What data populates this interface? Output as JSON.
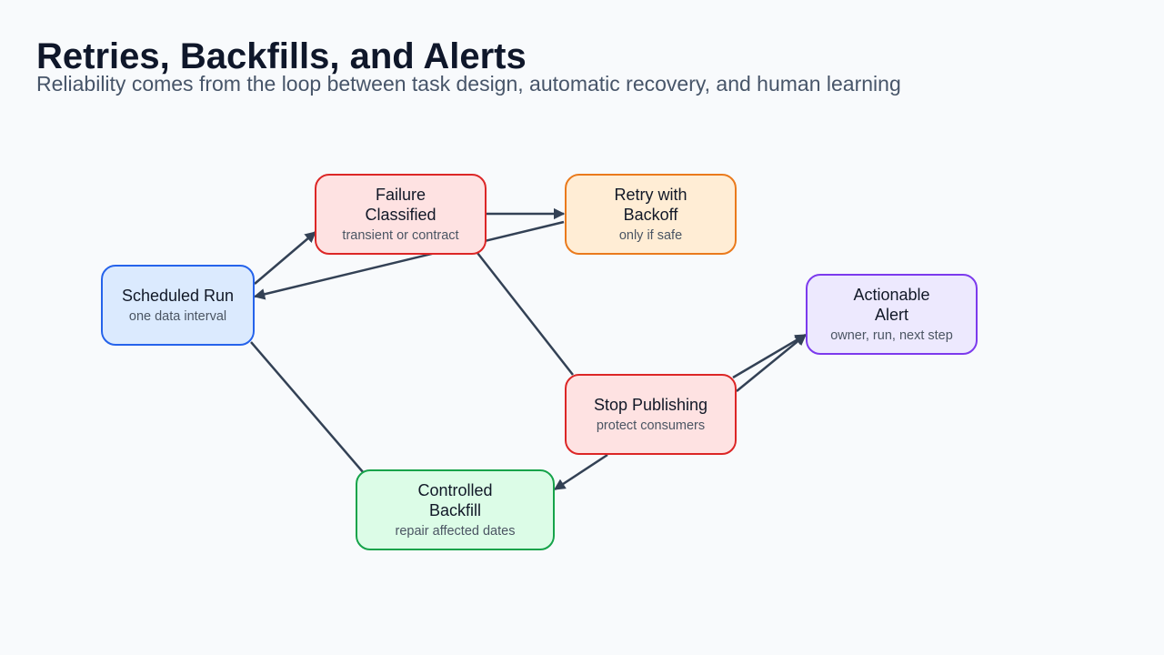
{
  "title": "Retries, Backfills, and Alerts",
  "subtitle": "Reliability comes from the loop between task design, automatic recovery, and human learning",
  "nodes": {
    "scheduled": {
      "title": "Scheduled Run",
      "sub": "one data interval"
    },
    "failure": {
      "title_line1": "Failure",
      "title_line2": "Classified",
      "sub": "transient or contract"
    },
    "retry": {
      "title_line1": "Retry with",
      "title_line2": "Backoff",
      "sub": "only if safe"
    },
    "alert": {
      "title_line1": "Actionable",
      "title_line2": "Alert",
      "sub": "owner, run, next step"
    },
    "stop": {
      "title": "Stop Publishing",
      "sub": "protect consumers"
    },
    "backfill": {
      "title_line1": "Controlled",
      "title_line2": "Backfill",
      "sub": "repair affected dates"
    }
  },
  "colors": {
    "scheduled": "#2563eb",
    "failure": "#dc2626",
    "retry": "#ea7a1c",
    "alert": "#7c3aed",
    "stop": "#dc2626",
    "backfill": "#16a34a",
    "edge": "#334155"
  }
}
